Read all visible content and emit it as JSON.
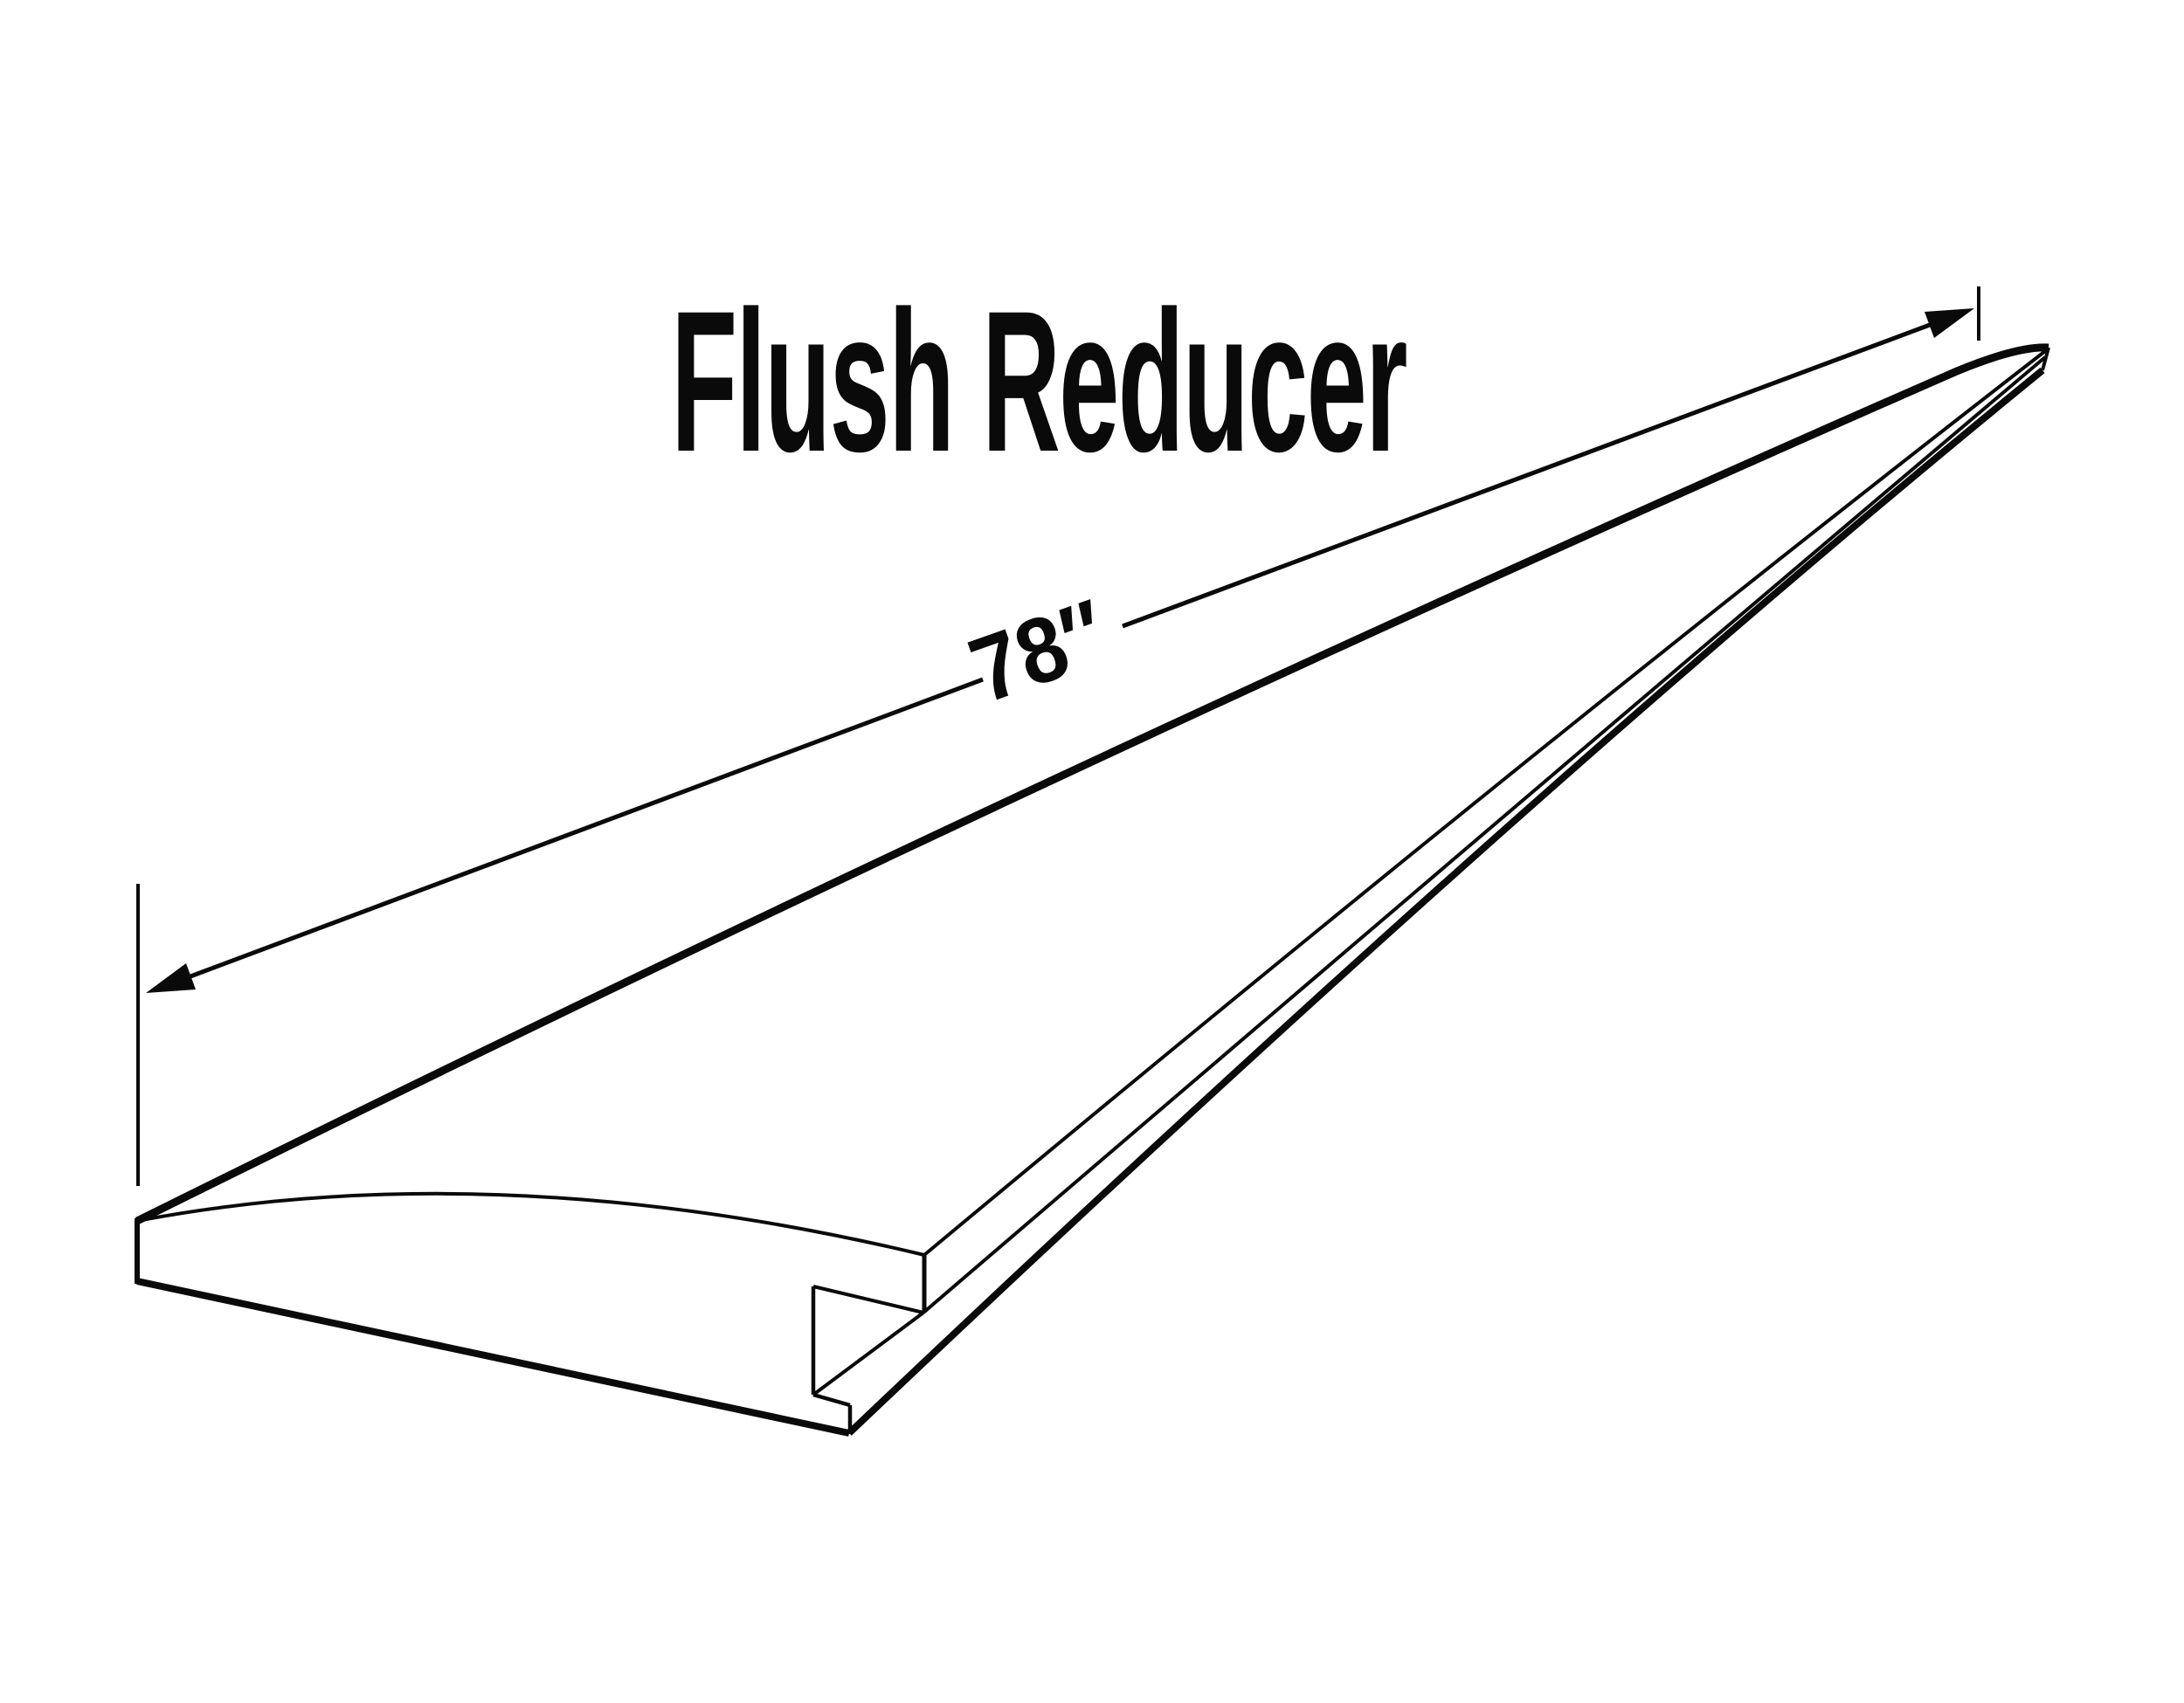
{
  "title": "Flush Reducer",
  "dimension": {
    "label": "78″",
    "value": 78,
    "unit": "inches"
  },
  "colors": {
    "ink": "#0a0a0a",
    "paper": "#ffffff"
  }
}
